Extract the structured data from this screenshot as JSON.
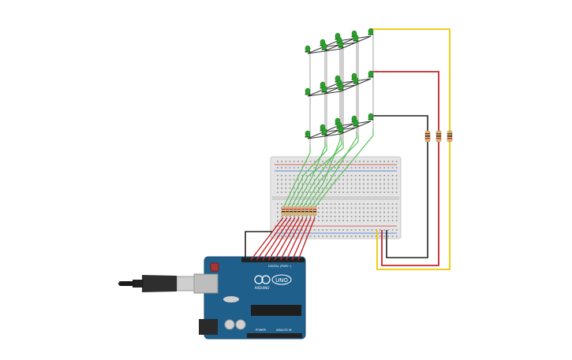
{
  "board": {
    "logo_text": "UNO",
    "brand_text": "ARDUINO",
    "digital_label": "DIGITAL (PWM~)",
    "power_label": "POWER",
    "analog_label": "ANALOG IN"
  },
  "cube": {
    "layers": 3,
    "rows": 3,
    "cols": 3
  },
  "colors": {
    "led": "#2ca02c",
    "wire_green": "#5cbf5c",
    "wire_red": "#c0272d",
    "wire_yellow": "#f0c800",
    "wire_black": "#222222",
    "board_blue": "#1f5f8b",
    "breadboard": "#e6e6e6"
  },
  "icons": [
    "usb-cable-icon",
    "reset-button-icon",
    "dc-jack-icon",
    "chip-icon"
  ]
}
